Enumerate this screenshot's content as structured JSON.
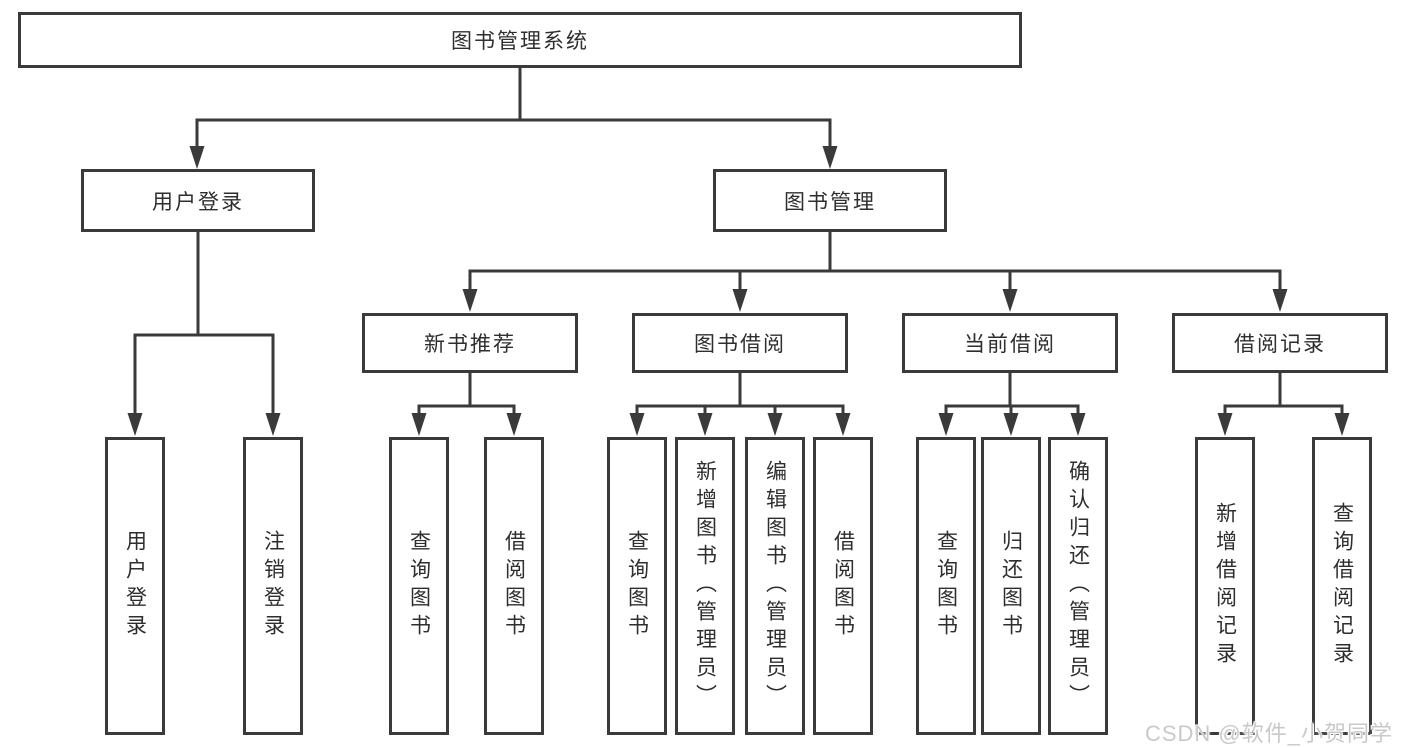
{
  "title": "图书管理系统",
  "watermark": "CSDN @软件_小贺同学",
  "colors": {
    "line": "#3a3a3a",
    "box_border": "#3a3a3a",
    "box_background": "#ffffff",
    "text": "#2e2e2e",
    "page_background": "#ffffff",
    "watermark": "#c9c9c9"
  },
  "tree": {
    "label": "图书管理系统",
    "children": [
      {
        "label": "用户登录",
        "children": [
          {
            "label": "用户登录"
          },
          {
            "label": "注销登录"
          }
        ]
      },
      {
        "label": "图书管理",
        "children": [
          {
            "label": "新书推荐",
            "children": [
              {
                "label": "查询图书"
              },
              {
                "label": "借阅图书"
              }
            ]
          },
          {
            "label": "图书借阅",
            "children": [
              {
                "label": "查询图书"
              },
              {
                "label": "新增图书（管理员）"
              },
              {
                "label": "编辑图书（管理员）"
              },
              {
                "label": "借阅图书"
              }
            ]
          },
          {
            "label": "当前借阅",
            "children": [
              {
                "label": "查询图书"
              },
              {
                "label": "归还图书"
              },
              {
                "label": "确认归还（管理员）"
              }
            ]
          },
          {
            "label": "借阅记录",
            "children": [
              {
                "label": "新增借阅记录"
              },
              {
                "label": "查询借阅记录"
              }
            ]
          }
        ]
      }
    ]
  }
}
